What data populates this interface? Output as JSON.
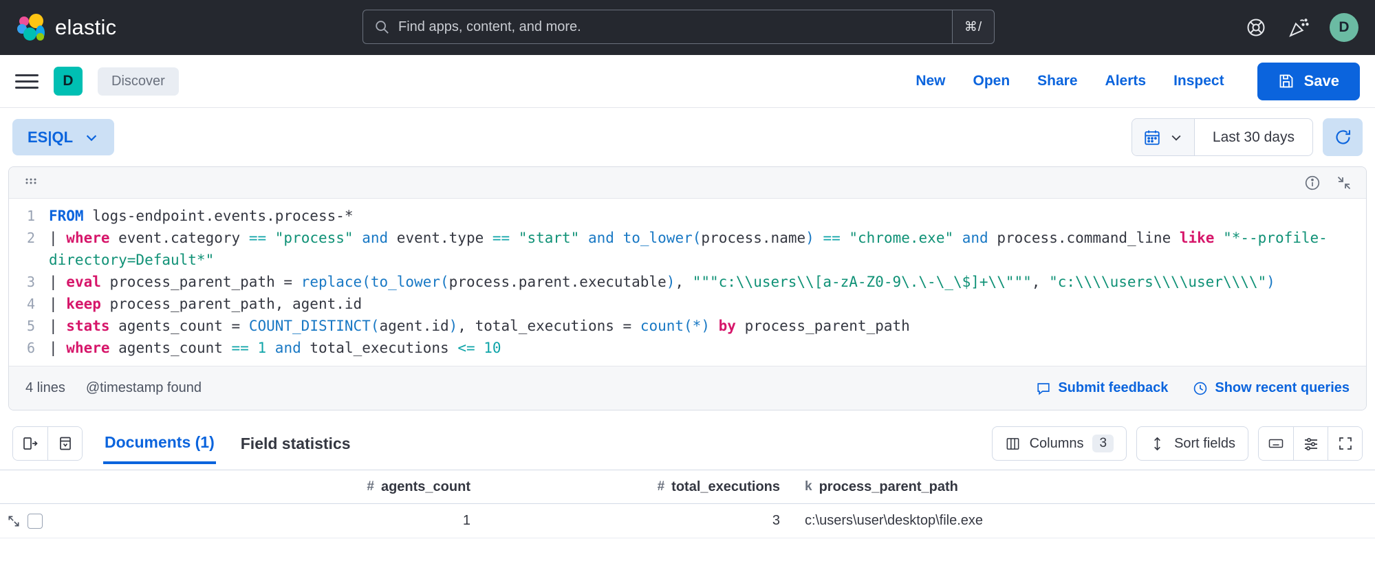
{
  "header": {
    "brand_name": "elastic",
    "search_placeholder": "Find apps, content, and more.",
    "search_shortcut": "⌘/",
    "help_icon": "lifebuoy-icon",
    "news_icon": "confetti-icon",
    "avatar_initial": "D"
  },
  "appnav": {
    "menu_icon": "hamburger-icon",
    "app_initial": "D",
    "breadcrumb": "Discover",
    "links": [
      "New",
      "Open",
      "Share",
      "Alerts",
      "Inspect"
    ],
    "save_label": "Save",
    "save_icon": "floppy-disk-icon",
    "accent": "#0b64dd"
  },
  "toolbar": {
    "language": "ES|QL",
    "language_chevron": "chevron-down-icon",
    "calendar_icon": "calendar-icon",
    "date_range": "Last 30 days",
    "refresh_icon": "refresh-icon"
  },
  "editor": {
    "grip_icon": "drag-grip-icon",
    "info_icon": "info-circle-icon",
    "collapse_icon": "collapse-icon",
    "lines": [
      {
        "n": "1",
        "tokens": [
          {
            "t": "FROM",
            "c": "k-from"
          },
          {
            "t": " logs-endpoint.events.process-*",
            "c": ""
          }
        ]
      },
      {
        "n": "2",
        "tokens": [
          {
            "t": "| ",
            "c": ""
          },
          {
            "t": "where",
            "c": "k-cmd"
          },
          {
            "t": " event.category ",
            "c": ""
          },
          {
            "t": "==",
            "c": "k-op"
          },
          {
            "t": " ",
            "c": ""
          },
          {
            "t": "\"process\"",
            "c": "k-str"
          },
          {
            "t": " ",
            "c": ""
          },
          {
            "t": "and",
            "c": "k-and"
          },
          {
            "t": " event.type ",
            "c": ""
          },
          {
            "t": "==",
            "c": "k-op"
          },
          {
            "t": " ",
            "c": ""
          },
          {
            "t": "\"start\"",
            "c": "k-str"
          },
          {
            "t": " ",
            "c": ""
          },
          {
            "t": "and",
            "c": "k-and"
          },
          {
            "t": " ",
            "c": ""
          },
          {
            "t": "to_lower",
            "c": "k-fn"
          },
          {
            "t": "(",
            "c": "k-fn"
          },
          {
            "t": "process.name",
            "c": ""
          },
          {
            "t": ")",
            "c": "k-fn"
          },
          {
            "t": " ",
            "c": ""
          },
          {
            "t": "==",
            "c": "k-op"
          },
          {
            "t": " ",
            "c": ""
          },
          {
            "t": "\"chrome.exe\"",
            "c": "k-str"
          },
          {
            "t": " ",
            "c": ""
          },
          {
            "t": "and",
            "c": "k-and"
          },
          {
            "t": " process.command_line ",
            "c": ""
          },
          {
            "t": "like",
            "c": "k-cmd"
          },
          {
            "t": " ",
            "c": ""
          },
          {
            "t": "\"*--profile-directory=Default*\"",
            "c": "k-str"
          }
        ]
      },
      {
        "n": "3",
        "tokens": [
          {
            "t": "| ",
            "c": ""
          },
          {
            "t": "eval",
            "c": "k-cmd"
          },
          {
            "t": " process_parent_path = ",
            "c": ""
          },
          {
            "t": "replace",
            "c": "k-fn"
          },
          {
            "t": "(",
            "c": "k-fn"
          },
          {
            "t": "to_lower",
            "c": "k-fn"
          },
          {
            "t": "(",
            "c": "k-fn"
          },
          {
            "t": "process.parent.executable",
            "c": ""
          },
          {
            "t": ")",
            "c": "k-fn"
          },
          {
            "t": ", ",
            "c": ""
          },
          {
            "t": "\"\"\"c:\\\\users\\\\[a-zA-Z0-9\\.\\-\\_\\$]+\\\\\"\"\"",
            "c": "k-str"
          },
          {
            "t": ", ",
            "c": ""
          },
          {
            "t": "\"c:\\\\\\\\users\\\\\\\\user\\\\\\\\\"",
            "c": "k-str"
          },
          {
            "t": ")",
            "c": "k-fn"
          }
        ]
      },
      {
        "n": "4",
        "tokens": [
          {
            "t": "| ",
            "c": ""
          },
          {
            "t": "keep",
            "c": "k-cmd"
          },
          {
            "t": " process_parent_path, agent.id",
            "c": ""
          }
        ]
      },
      {
        "n": "5",
        "tokens": [
          {
            "t": "| ",
            "c": ""
          },
          {
            "t": "stats",
            "c": "k-cmd"
          },
          {
            "t": " agents_count = ",
            "c": ""
          },
          {
            "t": "COUNT_DISTINCT",
            "c": "k-fn"
          },
          {
            "t": "(",
            "c": "k-fn"
          },
          {
            "t": "agent.id",
            "c": ""
          },
          {
            "t": ")",
            "c": "k-fn"
          },
          {
            "t": ", total_executions = ",
            "c": ""
          },
          {
            "t": "count",
            "c": "k-fn"
          },
          {
            "t": "(*)",
            "c": "k-fn"
          },
          {
            "t": " ",
            "c": ""
          },
          {
            "t": "by",
            "c": "k-cmd"
          },
          {
            "t": " process_parent_path",
            "c": ""
          }
        ]
      },
      {
        "n": "6",
        "tokens": [
          {
            "t": "| ",
            "c": ""
          },
          {
            "t": "where",
            "c": "k-cmd"
          },
          {
            "t": " agents_count ",
            "c": ""
          },
          {
            "t": "==",
            "c": "k-op"
          },
          {
            "t": " ",
            "c": ""
          },
          {
            "t": "1",
            "c": "k-num"
          },
          {
            "t": " ",
            "c": ""
          },
          {
            "t": "and",
            "c": "k-and"
          },
          {
            "t": " total_executions ",
            "c": ""
          },
          {
            "t": "<=",
            "c": "k-op"
          },
          {
            "t": " ",
            "c": ""
          },
          {
            "t": "10",
            "c": "k-num"
          }
        ]
      }
    ],
    "footer": {
      "lines_label": "4 lines",
      "timestamp_label": "@timestamp found",
      "feedback_label": "Submit feedback",
      "feedback_icon": "comment-icon",
      "recent_label": "Show recent queries",
      "recent_icon": "clock-icon"
    }
  },
  "results": {
    "left_icons": [
      "flyout-icon",
      "table-density-icon"
    ],
    "tabs": [
      {
        "label": "Documents (1)",
        "active": true
      },
      {
        "label": "Field statistics",
        "active": false
      }
    ],
    "columns_label": "Columns",
    "columns_count": "3",
    "columns_icon": "columns-icon",
    "sort_label": "Sort fields",
    "sort_icon": "sort-icon",
    "right_icons": [
      "keyboard-icon",
      "display-options-icon",
      "fullscreen-icon"
    ],
    "grid": {
      "headers": [
        {
          "type": "#",
          "name": "agents_count"
        },
        {
          "type": "#",
          "name": "total_executions"
        },
        {
          "type": "k",
          "name": "process_parent_path"
        }
      ],
      "rows": [
        {
          "expand_icon": "expand-row-icon",
          "agents_count": "1",
          "total_executions": "3",
          "process_parent_path": "c:\\users\\user\\desktop\\file.exe"
        }
      ]
    }
  }
}
